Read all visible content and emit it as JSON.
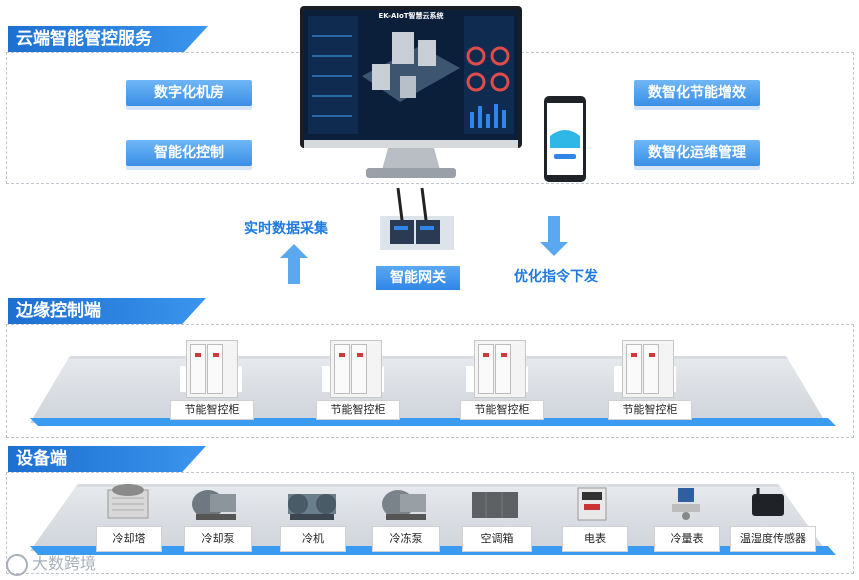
{
  "sections": {
    "cloud": "云端智能管控服务",
    "edge": "边缘控制端",
    "device": "设备端"
  },
  "cloud": {
    "left_buttons": [
      "数字化机房",
      "智能化控制"
    ],
    "right_buttons": [
      "数智化节能增效",
      "数智化运维管理"
    ],
    "monitor_title": "EK-AIoT智慧云系统"
  },
  "flow": {
    "up_label": "实时数据采集",
    "down_label": "优化指令下发",
    "gateway_label": "智能网关"
  },
  "edge": {
    "cabinets": [
      "节能智控柜",
      "节能智控柜",
      "节能智控柜",
      "节能智控柜"
    ]
  },
  "devices": {
    "items": [
      "冷却塔",
      "冷却泵",
      "冷机",
      "冷冻泵",
      "空调箱",
      "电表",
      "冷量表",
      "温湿度传感器"
    ]
  },
  "watermark": "大数跨境",
  "colors": {
    "accent": "#2f86e8",
    "accent_dark": "#1d6fd0",
    "text_blue": "#1e7ae0"
  }
}
